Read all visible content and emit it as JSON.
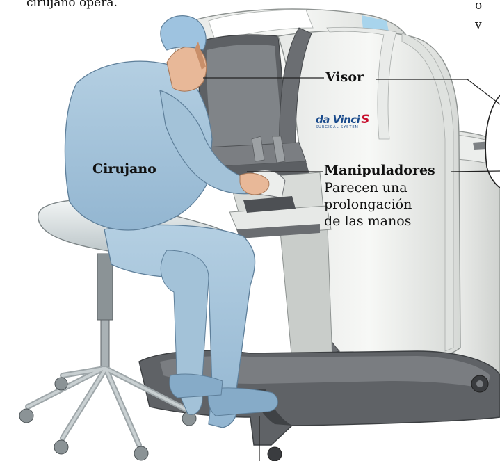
{
  "intro": {
    "left_line": "cirujano opera.",
    "right_line1": "o",
    "right_line2": "v"
  },
  "labels": {
    "visor": "Visor",
    "cirujano": "Cirujano",
    "manipuladores": "Manipuladores",
    "manipuladores_desc": [
      "Parecen una",
      "prolongación",
      "de las manos"
    ]
  },
  "console": {
    "brand": "da Vinci",
    "brand_mark": "S",
    "brand_sub": "SURGICAL SYSTEM"
  },
  "colors": {
    "scrubs": "#a9c6dc",
    "scrubs_shadow": "#7fa3c2",
    "cap": "#9ec3e0",
    "skin": "#e8b898",
    "console_white": "#f2f3f1",
    "console_shade": "#d4d7d4",
    "console_dark": "#6b6d70",
    "base_dark": "#4f5154",
    "stool_seat": "#dde3e4",
    "brand_blue": "#1a4b8c",
    "brand_red": "#c8102e",
    "leader_line": "#222222"
  }
}
